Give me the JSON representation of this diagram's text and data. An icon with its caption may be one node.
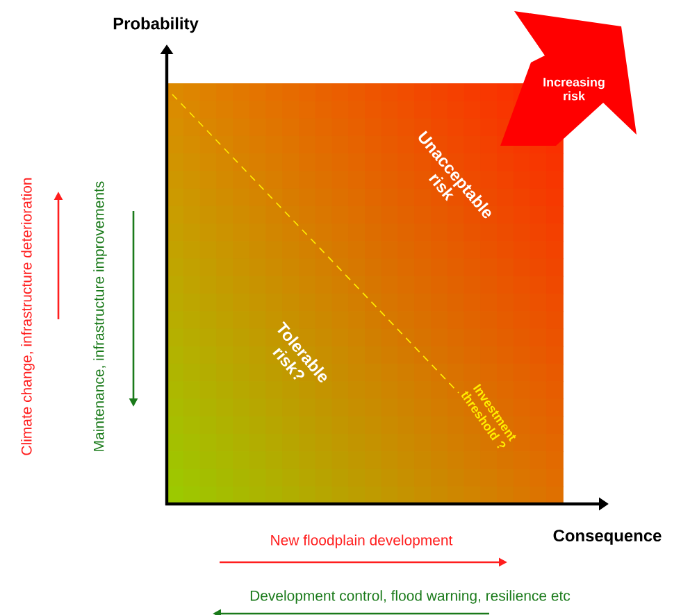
{
  "diagram": {
    "nodes": [
      {
        "text": [
          "Unacceptable risk",
          "Tolerable risk?",
          "Investment threshold ?"
        ]
      },
      {
        "text": [
          "Increasing risk"
        ]
      }
    ],
    "labels": [
      "Probability",
      "Consequence",
      "Climate change, infrastructure deterioration",
      "Maintenance, infrastructure improvements",
      "New floodplain development",
      "Development control, flood warning, resilience etc"
    ]
  }
}
